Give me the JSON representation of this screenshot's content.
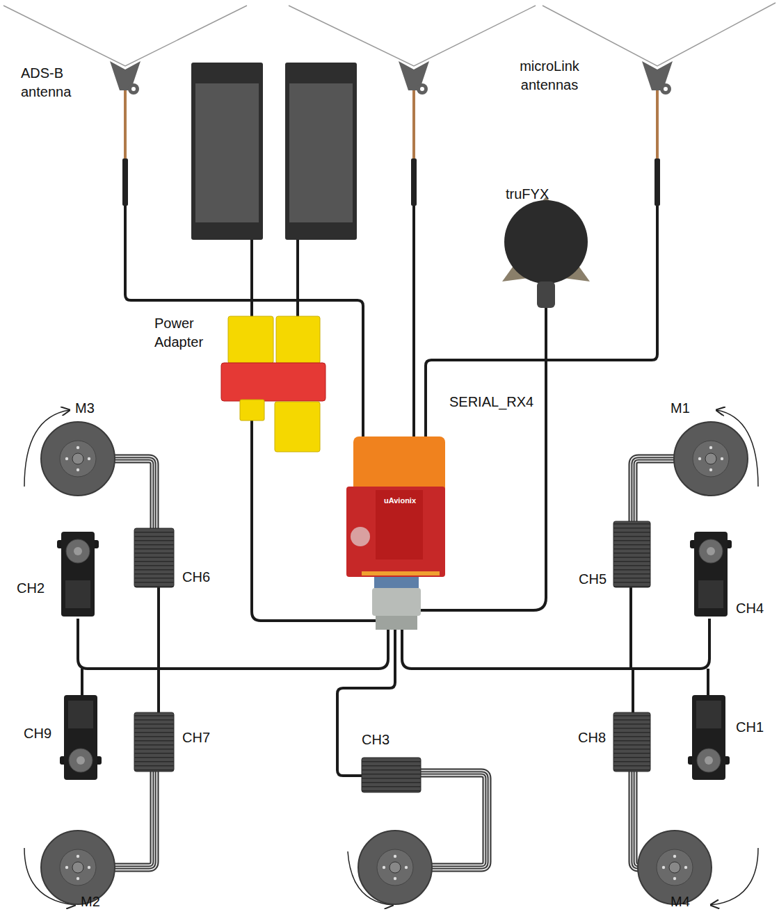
{
  "diagram": {
    "labels": [
      "ADS-B antenna",
      "microLink antennas",
      "truFYX",
      "Power Adapter",
      "SERIAL_RX4",
      "uAvionix",
      "M3",
      "M1",
      "CH6",
      "CH5",
      "CH2",
      "CH4",
      "CH9",
      "CH7",
      "CH3",
      "CH8",
      "CH1",
      "M2",
      "M4"
    ]
  }
}
